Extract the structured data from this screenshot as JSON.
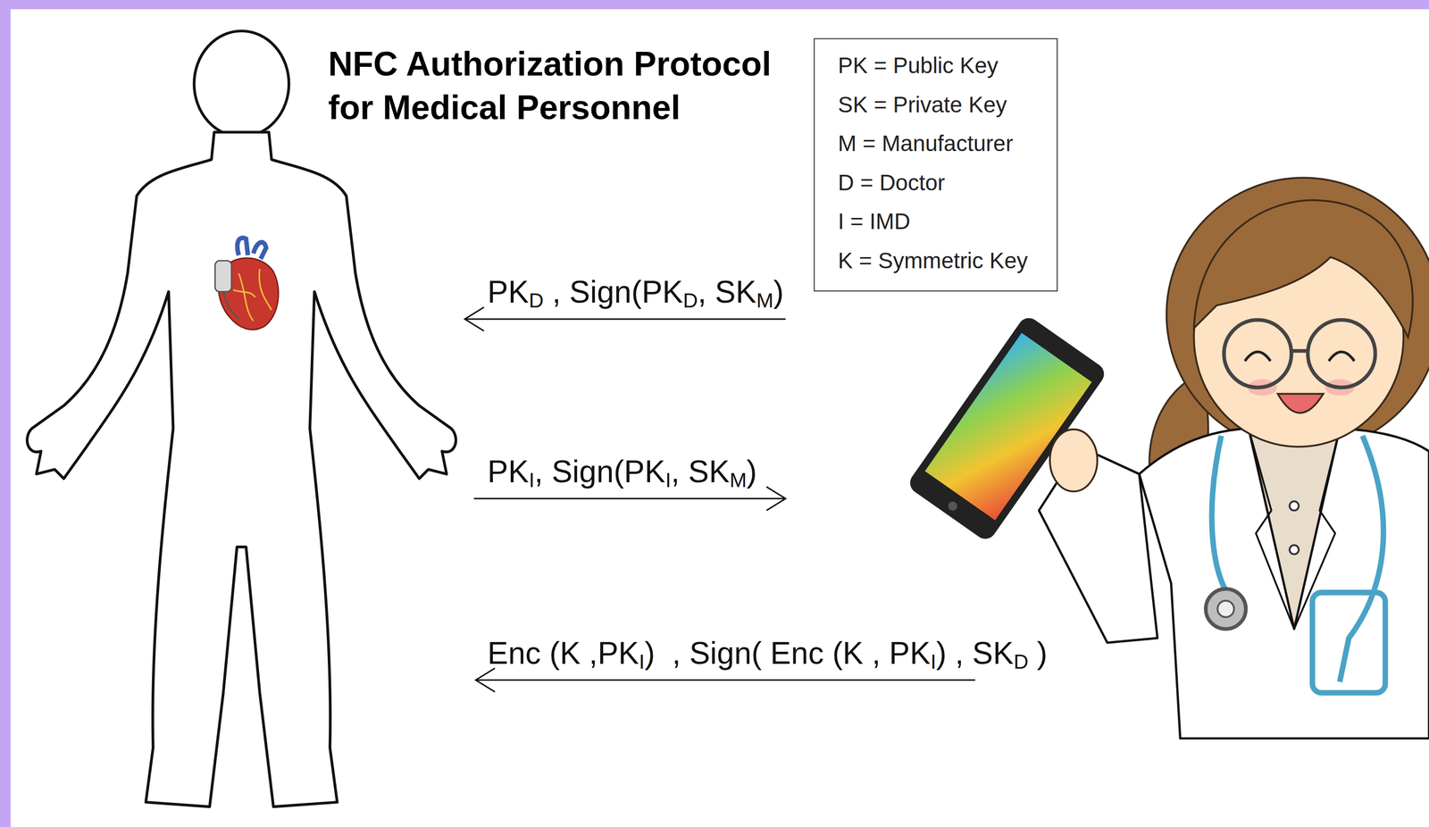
{
  "diagram": {
    "title": "NFC Authorization Protocol for Medical Personnel",
    "labels": [
      "PKD , Sign(PKD, SKM)",
      "PKI, Sign(PKI, SKM)",
      "Enc (K ,PKI)  , Sign( Enc (K , PKI) , SKD )"
    ],
    "legend": [
      {
        "text": "PK = Public Key"
      },
      {
        "text": "SK = Private Key"
      },
      {
        "text": "M = Manufacturer"
      },
      {
        "text": "D = Doctor"
      },
      {
        "text": "I = IMD"
      },
      {
        "text": "K = Symmetric Key"
      }
    ]
  }
}
